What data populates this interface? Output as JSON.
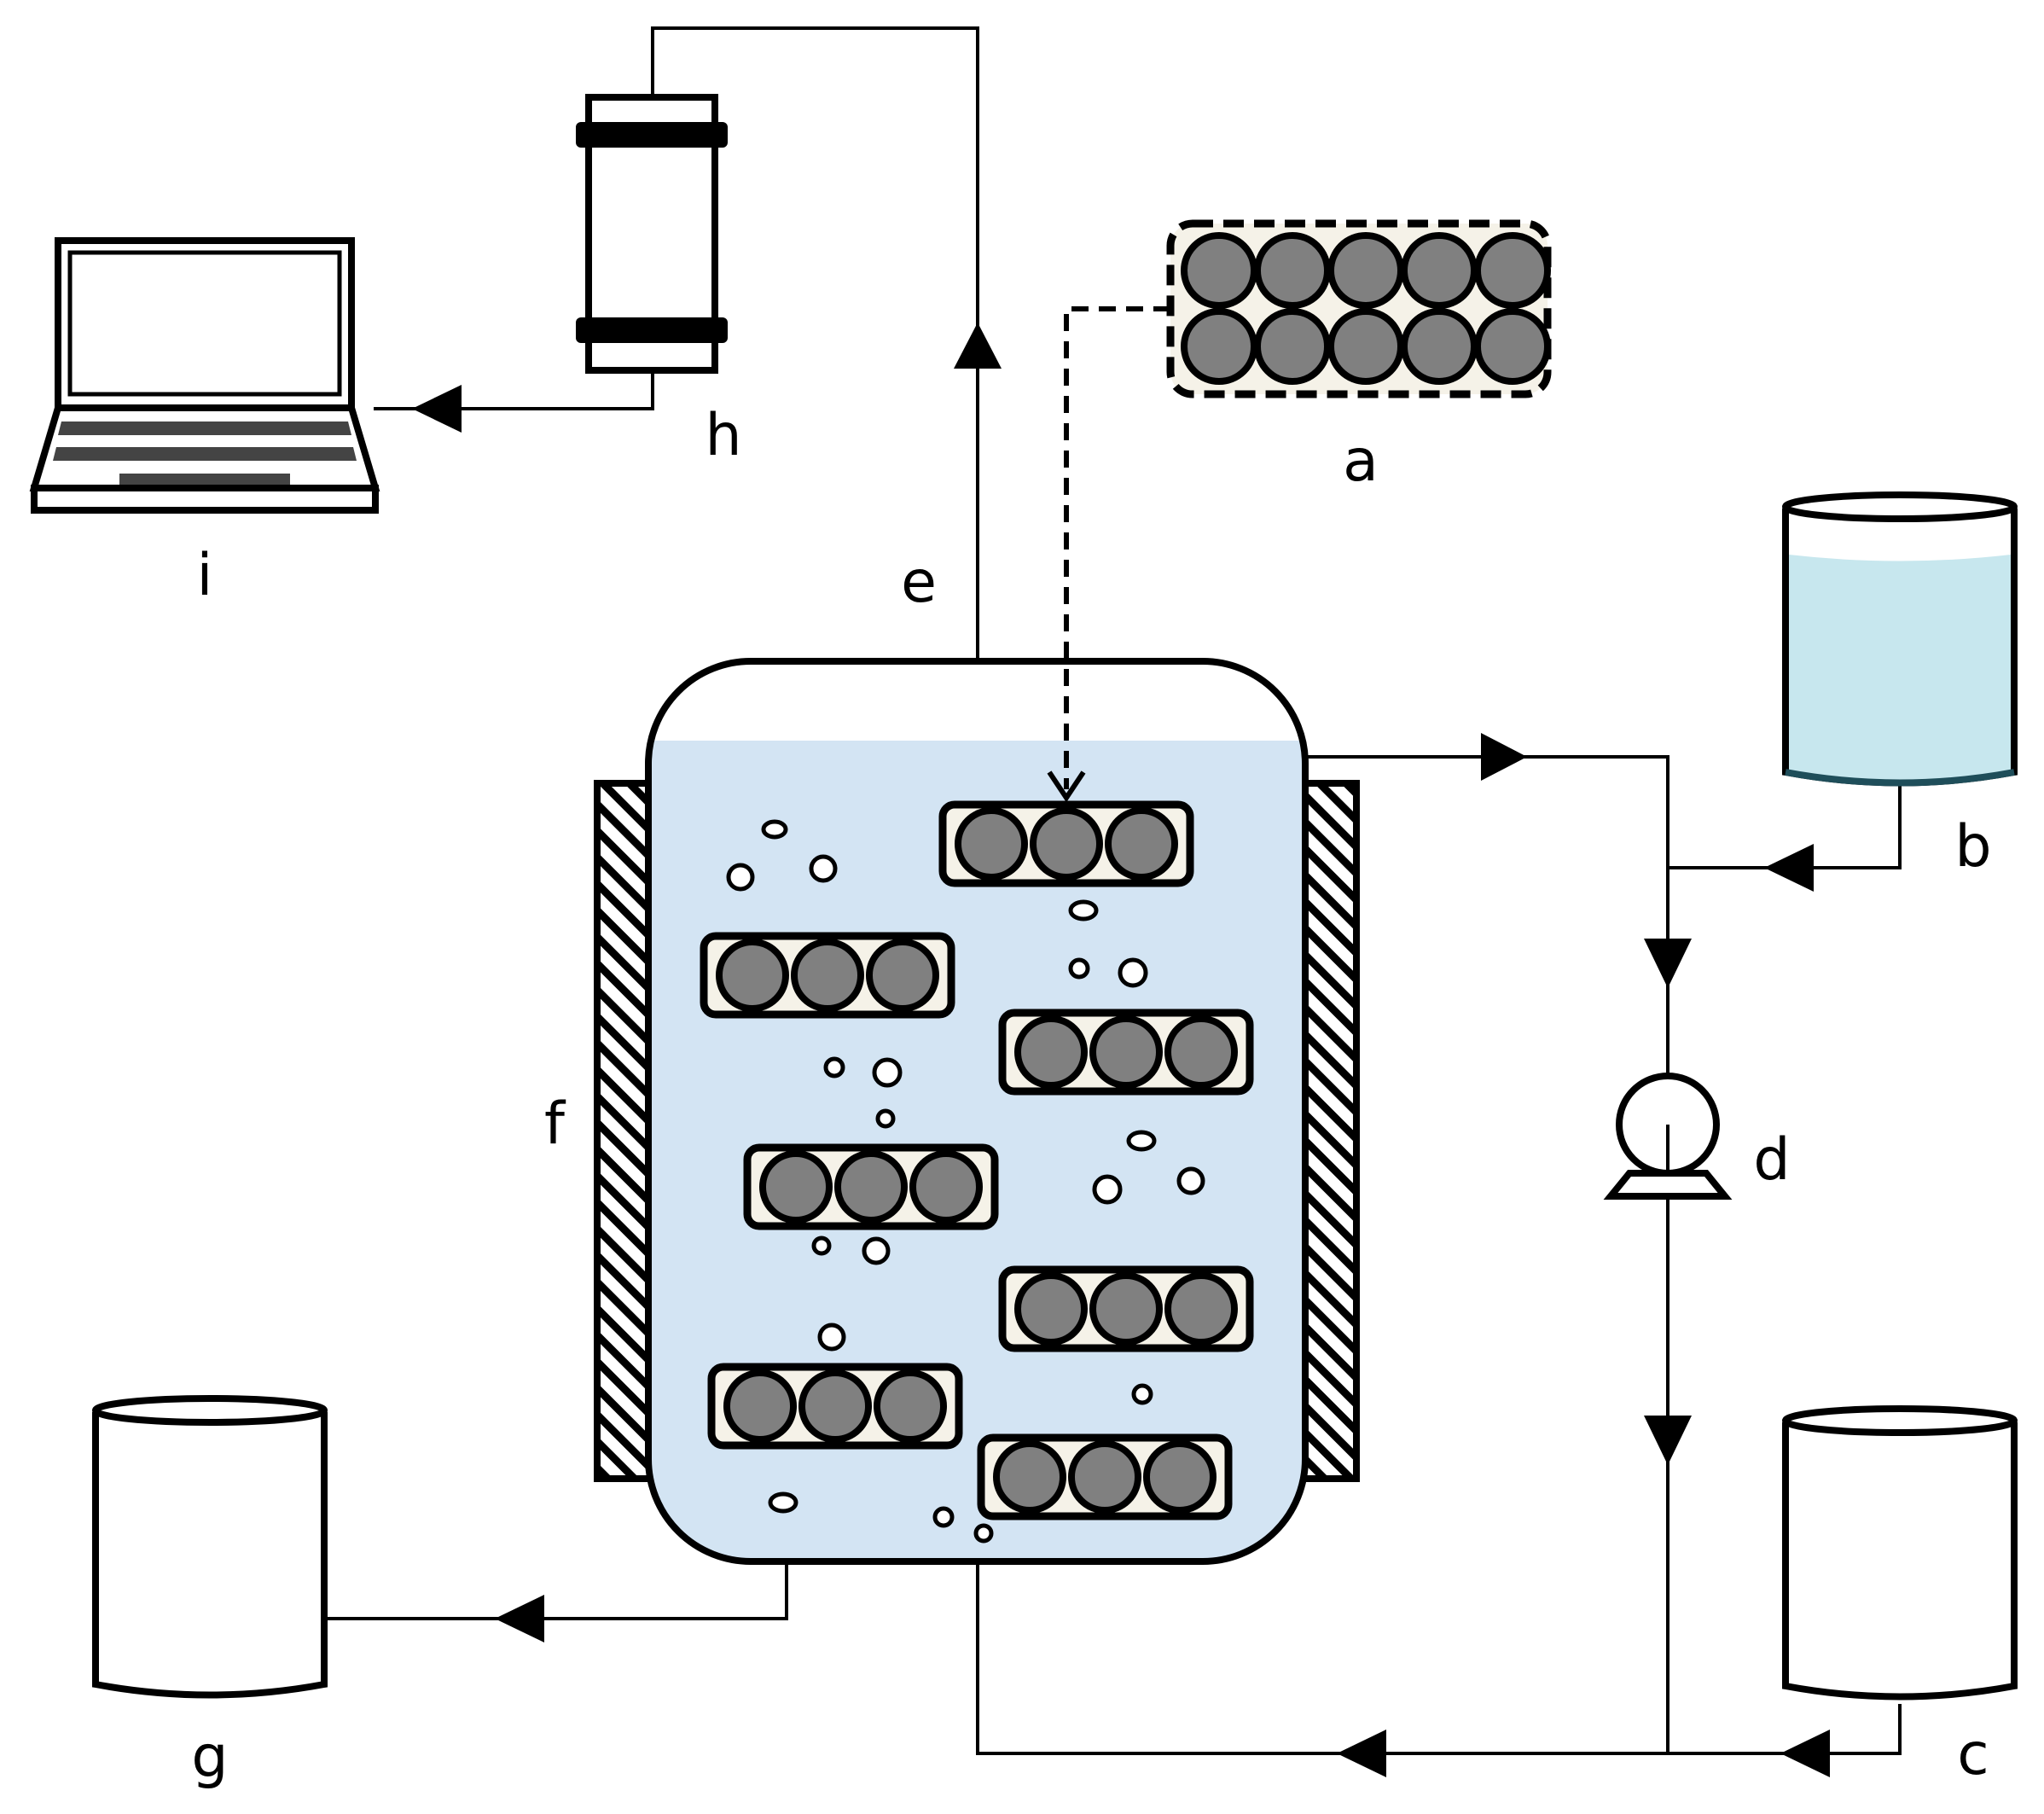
{
  "labels": {
    "a": "a",
    "b": "b",
    "c": "c",
    "d": "d",
    "e": "e",
    "f": "f",
    "g": "g",
    "h": "h",
    "i": "i"
  },
  "colors": {
    "reactor_liquid": "#d3e4f3",
    "feed_liquid": "#c7e7ee",
    "bead": "#808080",
    "cartridge_fill": "#f5f2e8",
    "line": "#000000"
  }
}
